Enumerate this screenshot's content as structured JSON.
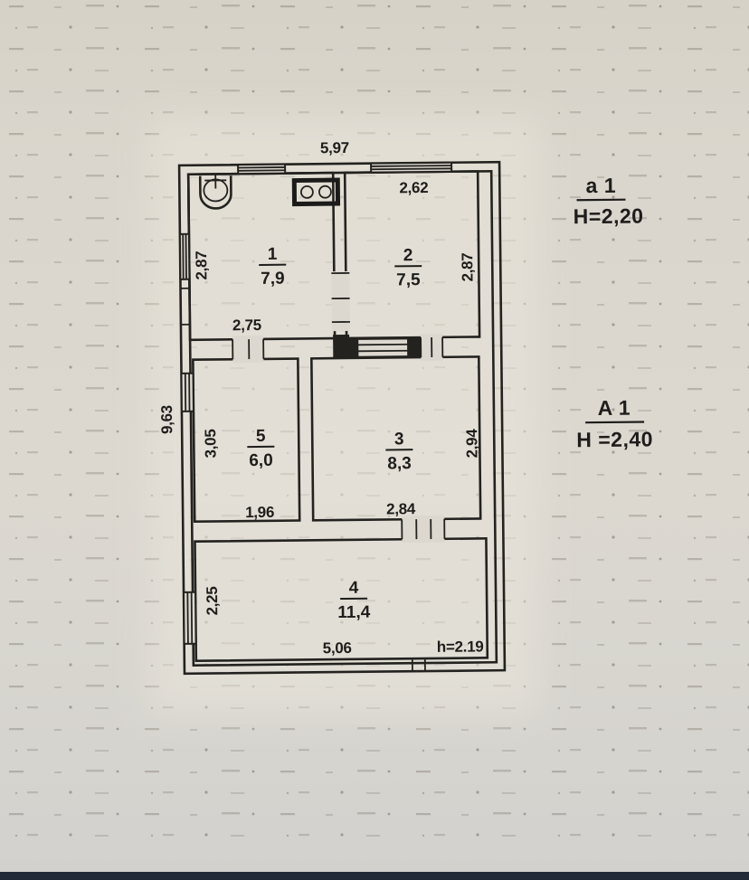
{
  "colors": {
    "paper": "#d8d4cb",
    "ink": "#1e1d1b",
    "bottom_edge": "#232a37"
  },
  "plan": {
    "overall": {
      "width": "5,97",
      "height": "9,63"
    },
    "rooms": [
      {
        "number": "1",
        "area": "7,9",
        "dim_left": "2,87",
        "dim_bottom": "2,75"
      },
      {
        "number": "2",
        "area": "7,5",
        "dim_top": "2,62",
        "dim_right": "2,87"
      },
      {
        "number": "3",
        "area": "8,3",
        "dim_right": "2,94",
        "dim_bottom": "2,84"
      },
      {
        "number": "4",
        "area": "11,4",
        "dim_left": "2,25",
        "dim_bottom": "5,06",
        "note": "h=2.19"
      },
      {
        "number": "5",
        "area": "6,0",
        "dim_left": "3,05",
        "dim_bottom": "1,96"
      }
    ],
    "fixtures": [
      {
        "name": "sink"
      },
      {
        "name": "stove"
      }
    ]
  },
  "annotations": [
    {
      "title": "a 1",
      "height": "H=2,20"
    },
    {
      "title": "A 1",
      "height": "H =2,40"
    }
  ]
}
